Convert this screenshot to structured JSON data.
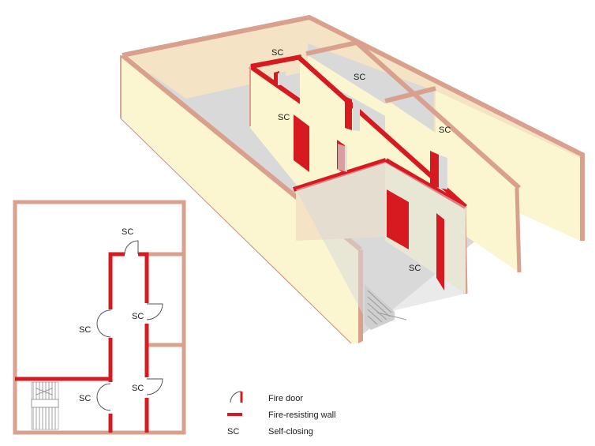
{
  "diagram": {
    "colors": {
      "wall_cap": "#d9a08e",
      "wall_face": "#fbf6d0",
      "wall_back": "#f4e3c4",
      "floor": "#d9d9d9",
      "fire_red": "#d71920",
      "outline": "#c98b78"
    },
    "iso_labels": [
      "SC",
      "SC",
      "SC",
      "SC",
      "SC"
    ],
    "plan_labels": [
      "SC",
      "SC",
      "SC",
      "SC",
      "SC"
    ],
    "legend": {
      "fire_door": "Fire door",
      "fire_wall": "Fire-resisting wall",
      "sc_abbrev": "SC",
      "self_closing": "Self-closing"
    },
    "icons": [
      "fire-door-symbol-icon",
      "fire-wall-symbol-icon",
      "staircase-icon"
    ]
  }
}
